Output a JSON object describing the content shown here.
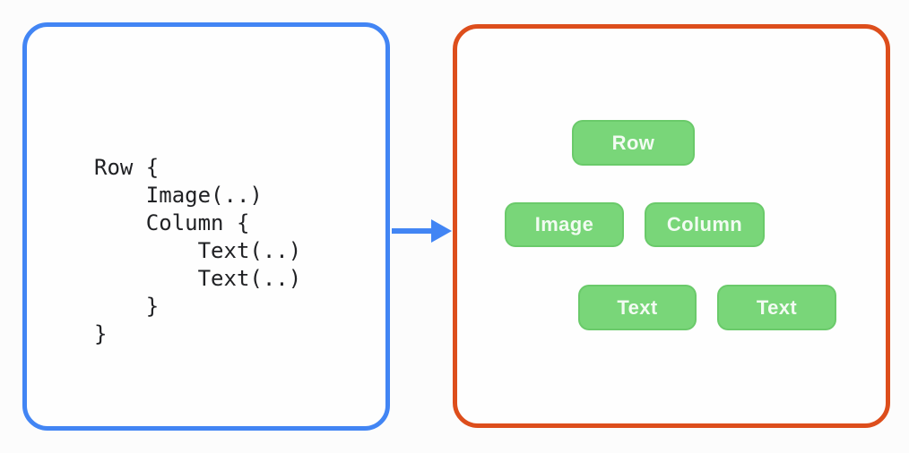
{
  "left_panel": {
    "code": "Row {\n    Image(..)\n    Column {\n        Text(..)\n        Text(..)\n    }\n}"
  },
  "tree": {
    "nodes": [
      {
        "id": "row",
        "label": "Row"
      },
      {
        "id": "image",
        "label": "Image"
      },
      {
        "id": "column",
        "label": "Column"
      },
      {
        "id": "text1",
        "label": "Text"
      },
      {
        "id": "text2",
        "label": "Text"
      }
    ],
    "edges": [
      [
        "row",
        "image"
      ],
      [
        "row",
        "column"
      ],
      [
        "column",
        "text1"
      ],
      [
        "column",
        "text2"
      ]
    ]
  },
  "colors": {
    "left_border": "#4285F4",
    "arrow": "#4285F4",
    "right_border": "#DD4E1C",
    "node_fill": "#79D679",
    "node_text": "#F2FBF2",
    "edge_line": "#6FCF6F",
    "code_text": "#202124"
  }
}
